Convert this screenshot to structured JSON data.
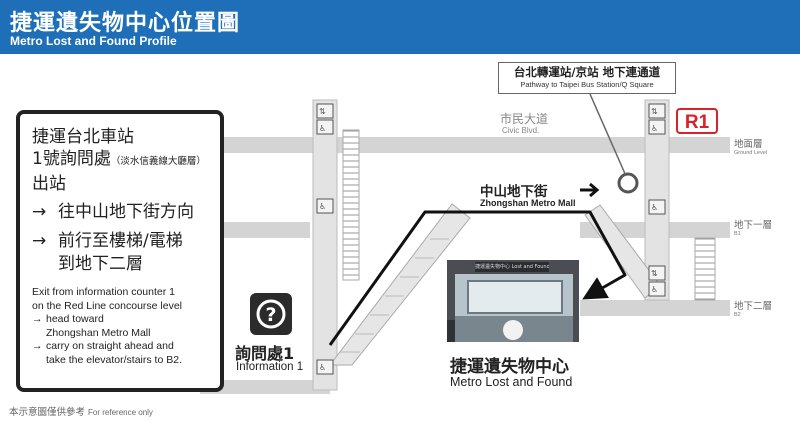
{
  "header": {
    "title_zh": "捷運遺失物中心位置圖",
    "title_en": "Metro Lost and Found Profile",
    "bg_color": "#1E6FB7"
  },
  "info_box": {
    "line1": "捷運台北車站",
    "line2_main": "1號詢問處",
    "line2_note": "（淡水信義線大廳層）",
    "line3": "出站",
    "step1": "往中山地下街方向",
    "step2a": "前行至樓梯/電梯",
    "step2b": "到地下二層",
    "arrow": "→",
    "en_line1": "Exit from information counter 1",
    "en_line2": "on the Red Line concourse level",
    "en_step1a": "head toward",
    "en_step1b": "Zhongshan Metro Mall",
    "en_step2a": "carry on straight ahead and",
    "en_step2b": "take the elevator/stairs to B2."
  },
  "information": {
    "label_zh": "詢問處1",
    "label_en": "Information 1",
    "icon": "question-mark-icon"
  },
  "callout": {
    "zh": "台北轉運站/京站  地下連通道",
    "en": "Pathway to Taipei Bus Station/Q Square"
  },
  "station_badge": {
    "label": "R1",
    "color": "#D8222A"
  },
  "road": {
    "zh": "市民大道",
    "en": "Civic Blvd."
  },
  "mall": {
    "zh": "中山地下街",
    "en": "Zhongshan Metro Mall"
  },
  "levels": [
    {
      "zh": "地面層",
      "en": "Ground Level"
    },
    {
      "zh": "地下一層",
      "en": "B1"
    },
    {
      "zh": "地下二層",
      "en": "B2"
    }
  ],
  "lost_found": {
    "zh": "捷運遺失物中心",
    "en": "Metro Lost and Found",
    "photo_sign": "捷運遺失物中心  Lost and Found"
  },
  "footnote": {
    "zh": "本示意圖僅供參考",
    "en": "For reference only"
  },
  "colors": {
    "floor_band": "#d3d3d3",
    "path_line": "#111111",
    "accent": "#1E6FB7"
  }
}
